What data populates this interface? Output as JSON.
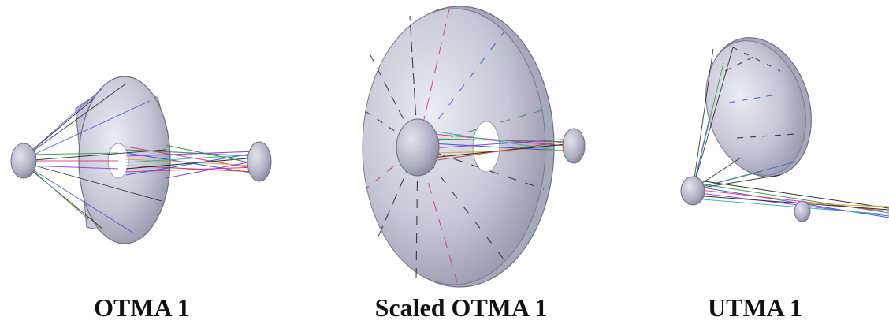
{
  "panels": [
    {
      "label": "OTMA 1"
    },
    {
      "label": "Scaled OTMA 1"
    },
    {
      "label": "UTMA 1"
    }
  ],
  "colors": {
    "mirror_light": "#e9e9f2",
    "mirror_mid": "#b9b9ca",
    "mirror_dark": "#85859a",
    "mirror_edge": "#6f6f82",
    "ray_colors": [
      "#1a1a1a",
      "#d62a78",
      "#2e8b3a",
      "#2a4fd6",
      "#8a2be2",
      "#e0a020",
      "#20b2aa",
      "#c0392b"
    ]
  }
}
